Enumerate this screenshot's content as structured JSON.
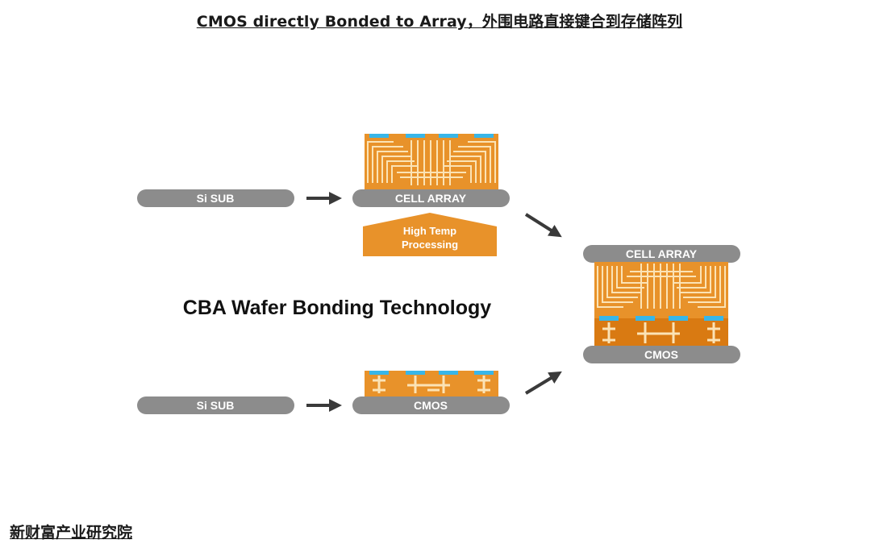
{
  "header": {
    "title": "CMOS directly Bonded to Array，外围电路直接键合到存储阵列"
  },
  "diagram": {
    "title": "CBA Wafer Bonding Technology",
    "top_row": {
      "substrate_label": "Si SUB",
      "result_label": "CELL ARRAY"
    },
    "process_box": {
      "line1": "High Temp",
      "line2": "Processing"
    },
    "bottom_row": {
      "substrate_label": "Si SUB",
      "result_label": "CMOS"
    },
    "bonded_stack": {
      "top_label": "CELL ARRAY",
      "bottom_label": "CMOS"
    },
    "colors": {
      "orange": "#e8922a",
      "orange_dark": "#d97a12",
      "line": "#fbe3b5",
      "pad": "#38b6e8",
      "bar": "#8c8c8c",
      "arrow": "#3a3a3a"
    }
  },
  "footer": {
    "source": "新财富产业研究院"
  }
}
